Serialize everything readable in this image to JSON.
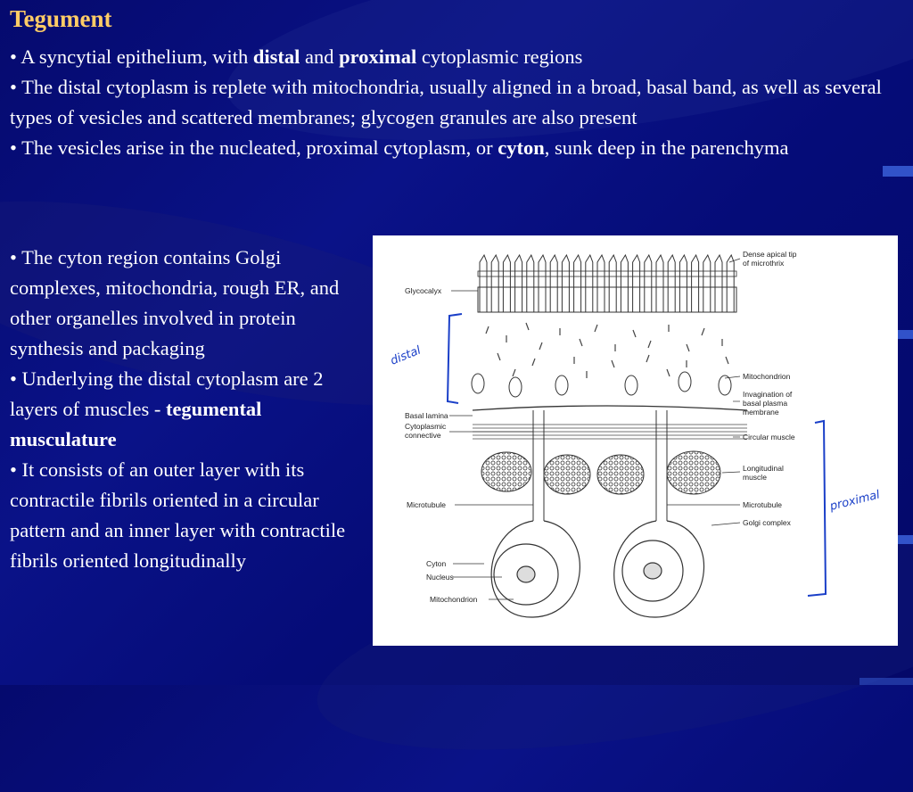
{
  "slide": {
    "title": "Tegument",
    "bullets_top": [
      {
        "parts": [
          {
            "text": "• A  syncytial epithelium, with ",
            "bold": false
          },
          {
            "text": "distal",
            "bold": true
          },
          {
            "text": " and ",
            "bold": false
          },
          {
            "text": "proximal",
            "bold": true
          },
          {
            "text": " cytoplasmic regions",
            "bold": false
          }
        ]
      },
      {
        "parts": [
          {
            "text": "• The distal cytoplasm is replete with mitochondria, usually aligned in a broad, basal band, as well as several types of vesicles and scattered membranes; glycogen granules are also present",
            "bold": false
          }
        ]
      },
      {
        "parts": [
          {
            "text": "• The vesicles arise in the nucleated, proximal cytoplasm, or ",
            "bold": false
          },
          {
            "text": "cyton",
            "bold": true
          },
          {
            "text": ", sunk deep in the parenchyma",
            "bold": false
          }
        ]
      }
    ],
    "bullets_left": [
      {
        "parts": [
          {
            "text": "• The cyton region contains Golgi complexes, mitochondria, rough ER, and other organelles involved in protein synthesis and packaging",
            "bold": false
          }
        ]
      },
      {
        "parts": [
          {
            "text": "• Underlying the distal cytoplasm are 2 layers of muscles - ",
            "bold": false
          },
          {
            "text": "tegumental musculature",
            "bold": true
          }
        ]
      },
      {
        "parts": [
          {
            "text": "• It consists of an outer layer with its contractile fibrils oriented in a circular pattern and an inner layer with contractile fibrils oriented longitudinally",
            "bold": false
          }
        ]
      }
    ]
  },
  "figure": {
    "labels": {
      "dense_apical_tip": "Dense apical tip",
      "of_microthrix": "of microthrix",
      "glycocalyx": "Glycocalyx",
      "mitochondrion": "Mitochondrion",
      "invagination_1": "Invagination of",
      "invagination_2": "basal plasma",
      "invagination_3": "membrane",
      "basal_lamina": "Basal lamina",
      "cytoplasmic_1": "Cytoplasmic",
      "cytoplasmic_2": "connective",
      "circular_muscle": "Circular muscle",
      "longitudinal_1": "Longitudinal",
      "longitudinal_2": "muscle",
      "microtubule_left": "Microtubule",
      "microtubule_right": "Microtubule",
      "golgi_complex": "Golgi complex",
      "cyton": "Cyton",
      "nucleus": "Nucleus",
      "mitochondrion_bottom": "Mitochondrion"
    },
    "annotations": {
      "distal": "distal",
      "proximal": "proximal"
    }
  },
  "colors": {
    "title": "#ffcc66",
    "background": "#06107e",
    "annotation_ink": "#1a3fc8"
  }
}
